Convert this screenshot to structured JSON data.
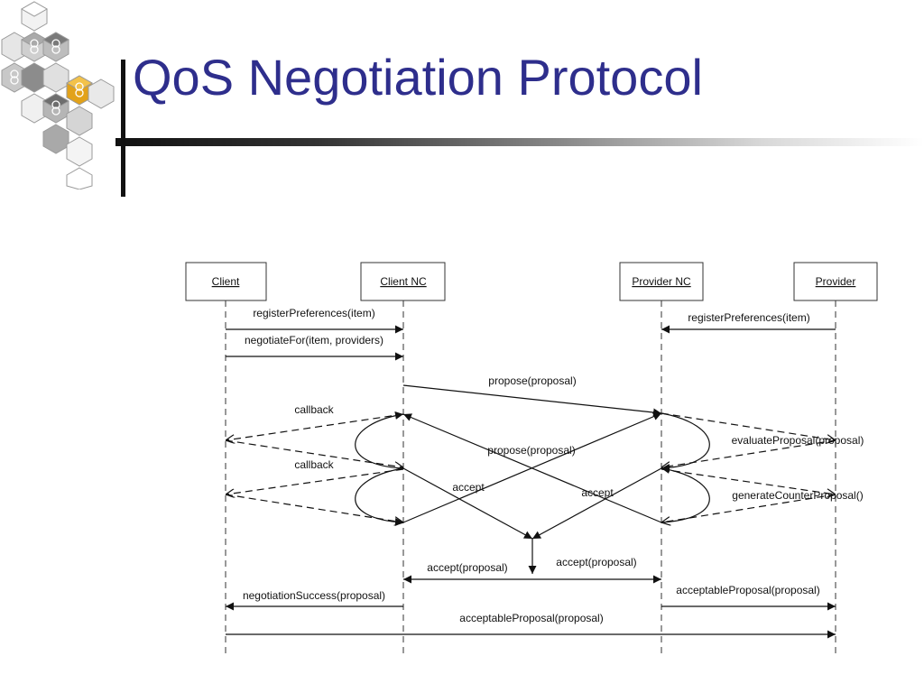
{
  "slide": {
    "title": "QoS Negotiation Protocol"
  },
  "diagram": {
    "participants": [
      "Client",
      "Client NC",
      "Provider NC",
      "Provider"
    ],
    "messages": [
      "registerPreferences(item)",
      "negotiateFor(item, providers)",
      "registerPreferences(item)",
      "propose(proposal)",
      "callback",
      "propose(proposal)",
      "evaluateProposal(proposal)",
      "callback",
      "accept",
      "accept",
      "generateCounterProposal()",
      "accept(proposal)",
      "accept(proposal)",
      "negotiationSuccess(proposal)",
      "acceptableProposal(proposal)",
      "acceptableProposal(proposal)"
    ]
  }
}
